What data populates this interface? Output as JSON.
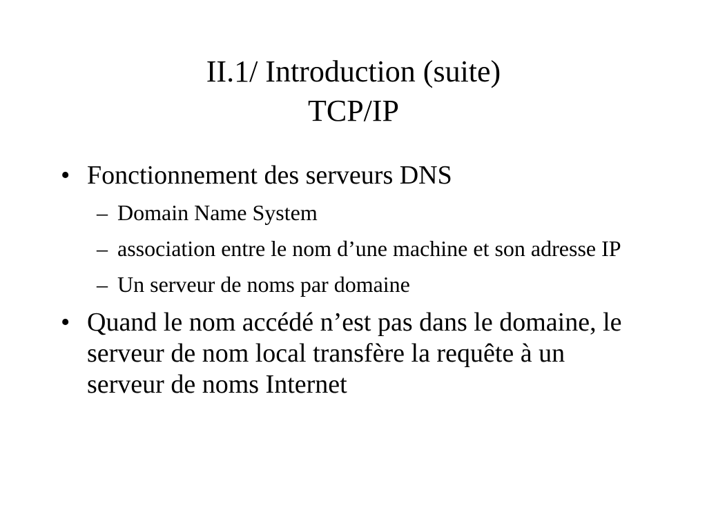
{
  "slide": {
    "title_line1": "II.1/ Introduction (suite)",
    "title_line2": "TCP/IP",
    "bullet_symbol": "•",
    "dash_symbol": "–",
    "bullets": [
      {
        "text": "Fonctionnement des serveurs DNS",
        "sub": [
          "Domain Name System",
          "association entre le nom d’une machine et son adresse IP",
          "Un serveur de noms par domaine"
        ]
      },
      {
        "text": "Quand le nom accédé n’est pas dans le domaine, le serveur de nom local transfère la requête à un serveur de noms Internet"
      }
    ]
  }
}
